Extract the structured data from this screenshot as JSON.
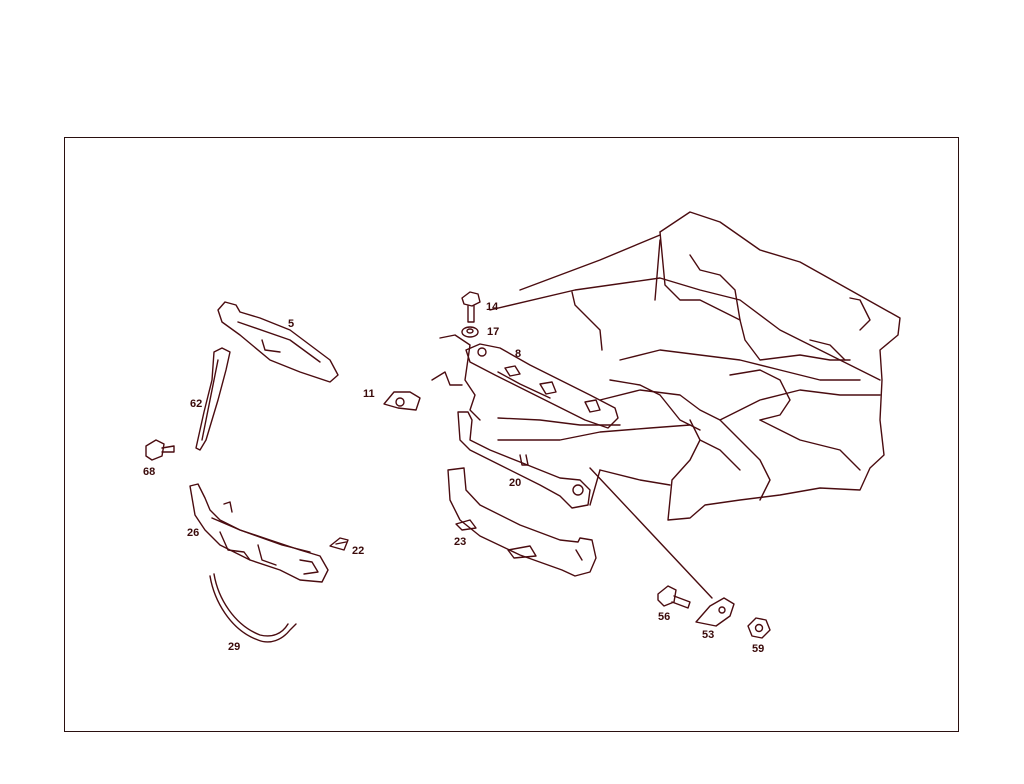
{
  "diagram": {
    "line_color": "#4a0c10",
    "labels": {
      "p5": "5",
      "p62": "62",
      "p68": "68",
      "p26": "26",
      "p29": "29",
      "p22": "22",
      "p11": "11",
      "p14": "14",
      "p17": "17",
      "p8": "8",
      "p20": "20",
      "p23": "23",
      "p56": "56",
      "p53": "53",
      "p59": "59"
    }
  }
}
